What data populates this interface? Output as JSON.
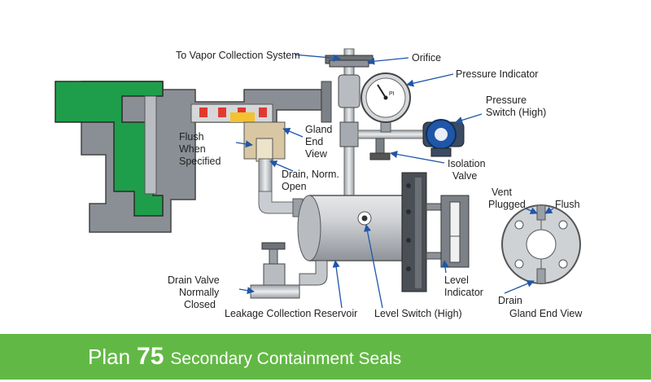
{
  "labels": {
    "to_vapor": "To Vapor Collection System",
    "orifice": "Orifice",
    "pressure_indicator": "Pressure Indicator",
    "pi_tag": "PI",
    "pressure_switch_1": "Pressure",
    "pressure_switch_2": "Switch (High)",
    "gland_1": "Gland",
    "gland_2": "End",
    "gland_3": "View",
    "flush_1": "Flush",
    "flush_2": "When",
    "flush_3": "Specified",
    "isolation_1": "Isolation",
    "isolation_2": "Valve",
    "drain_norm_1": "Drain, Norm.",
    "drain_norm_2": "Open",
    "vent": "Vent",
    "plugged": "Plugged",
    "flush_right": "Flush",
    "drain_valve_1": "Drain Valve",
    "drain_valve_2": "Normally",
    "drain_valve_3": "Closed",
    "level_ind_1": "Level",
    "level_ind_2": "Indicator",
    "drain_right": "Drain",
    "gland_end_view": "Gland End View",
    "leakage_reservoir": "Leakage Collection Reservoir",
    "level_switch": "Level Switch (High)"
  },
  "footer": {
    "plan_word": "Plan",
    "plan_number": "75",
    "plan_title": "Secondary Containment Seals"
  },
  "colors": {
    "brand_green": "#62b845",
    "seal_green": "#1e9e4a",
    "tank_grey": "#c4c6c9",
    "flange_grey": "#4a4f55",
    "switch_blue": "#1f56a8"
  }
}
